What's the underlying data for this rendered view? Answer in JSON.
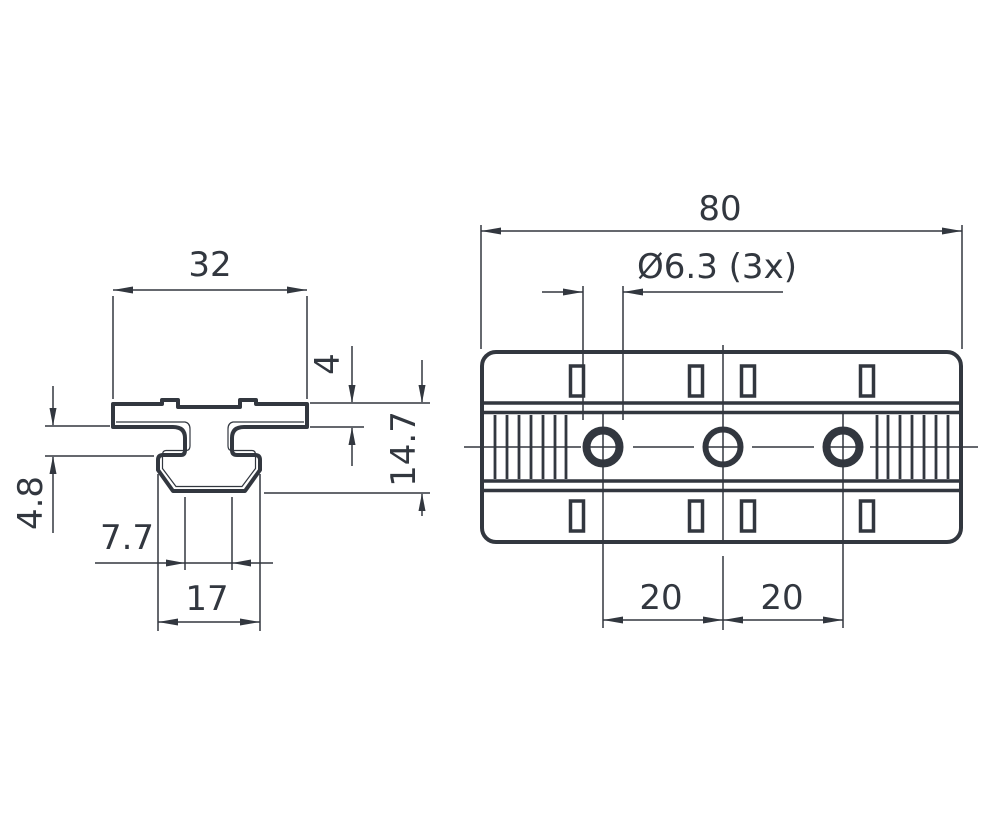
{
  "drawing": {
    "kind": "dimensioned technical drawing, 2 views",
    "line_color": "#32373F",
    "background_color": "#FFFFFF",
    "views": [
      {
        "id": "section-view",
        "description": "T-slot profile cross section with flange, stem and chamfered foot"
      },
      {
        "id": "plan-view",
        "description": "Plan view: rounded rectangular body, 3 crosshair holes, 8 slots, serrated grip zones at both ends"
      }
    ],
    "hole_count": 3
  },
  "labels": {
    "d32": "32",
    "d4": "4",
    "d14_7": "14.7",
    "d4_8": "4.8",
    "d7_7": "7.7",
    "d17": "17",
    "d80": "80",
    "dia": "Ø6.3 (3x)",
    "d20_left": "20",
    "d20_right": "20"
  }
}
